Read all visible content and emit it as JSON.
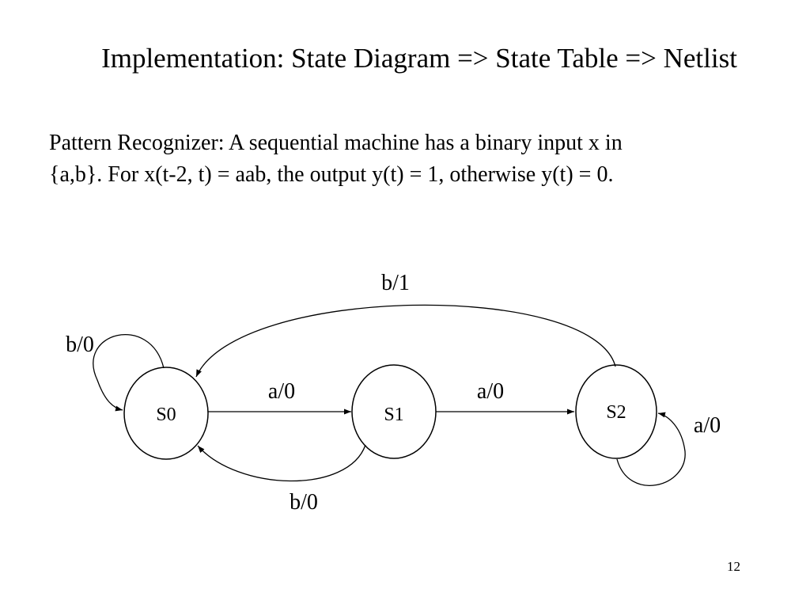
{
  "slide": {
    "title": "Implementation: State Diagram => State Table => Netlist",
    "problem_lines": [
      "Pattern Recognizer: A sequential machine has a binary input x in",
      "{a,b}. For x(t-2, t) = aab, the output y(t) = 1, otherwise y(t) = 0."
    ],
    "page_number": "12"
  },
  "diagram": {
    "states": [
      "S0",
      "S1",
      "S2"
    ],
    "transitions": [
      {
        "from": "S0",
        "to": "S0",
        "label": "b/0"
      },
      {
        "from": "S0",
        "to": "S1",
        "label": "a/0"
      },
      {
        "from": "S1",
        "to": "S0",
        "label": "b/0"
      },
      {
        "from": "S1",
        "to": "S2",
        "label": "a/0"
      },
      {
        "from": "S2",
        "to": "S2",
        "label": "a/0"
      },
      {
        "from": "S2",
        "to": "S0",
        "label": "b/1"
      }
    ]
  }
}
